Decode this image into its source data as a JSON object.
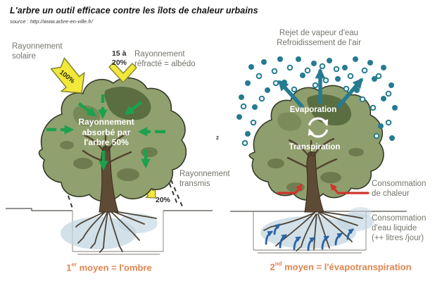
{
  "title": "L'arbre un outil efficace contre les îlots de chaleur urbains",
  "source": "source : http://www.arbre-en-ville.fr/",
  "page_marker": "2",
  "colors": {
    "accent_orange": "#df8450",
    "arrow_green": "#1ca14e",
    "arrow_teal": "#257b91",
    "arrow_red": "#cf352c",
    "arrow_blue": "#2c63a5",
    "sun_yellow": "#f2e83a",
    "label_gray": "#75756d",
    "canopy_green": "#91a06f"
  },
  "left_panel": {
    "solar_label": "Rayonnement\nsolaire",
    "solar_percent": "100%",
    "albedo_percent": "15 à\n20%",
    "albedo_label": "Rayonnement\nréfracté = albédo",
    "absorbed_label": "Rayonnement\nabsorbé par\nl'arbre  50%",
    "transmitted_label": "Rayonnement\ntransmis",
    "transmitted_percent": "20%",
    "caption_number": "1",
    "caption_ordinal": "er",
    "caption_text": " moyen = l'ombre"
  },
  "right_panel": {
    "vapor_label": "Rejet de vapeur d'eau\nRefroidissement de l'air",
    "evaporation_label": "Evaporation",
    "transpiration_label": "Transpiration",
    "heat_label": "Consommation\nde chaleur",
    "water_label": "Consommation\nd'eau liquide\n(++ litres /jour)",
    "caption_number": "2",
    "caption_ordinal": "nd",
    "caption_text": " moyen = l'évapotranspiration"
  }
}
